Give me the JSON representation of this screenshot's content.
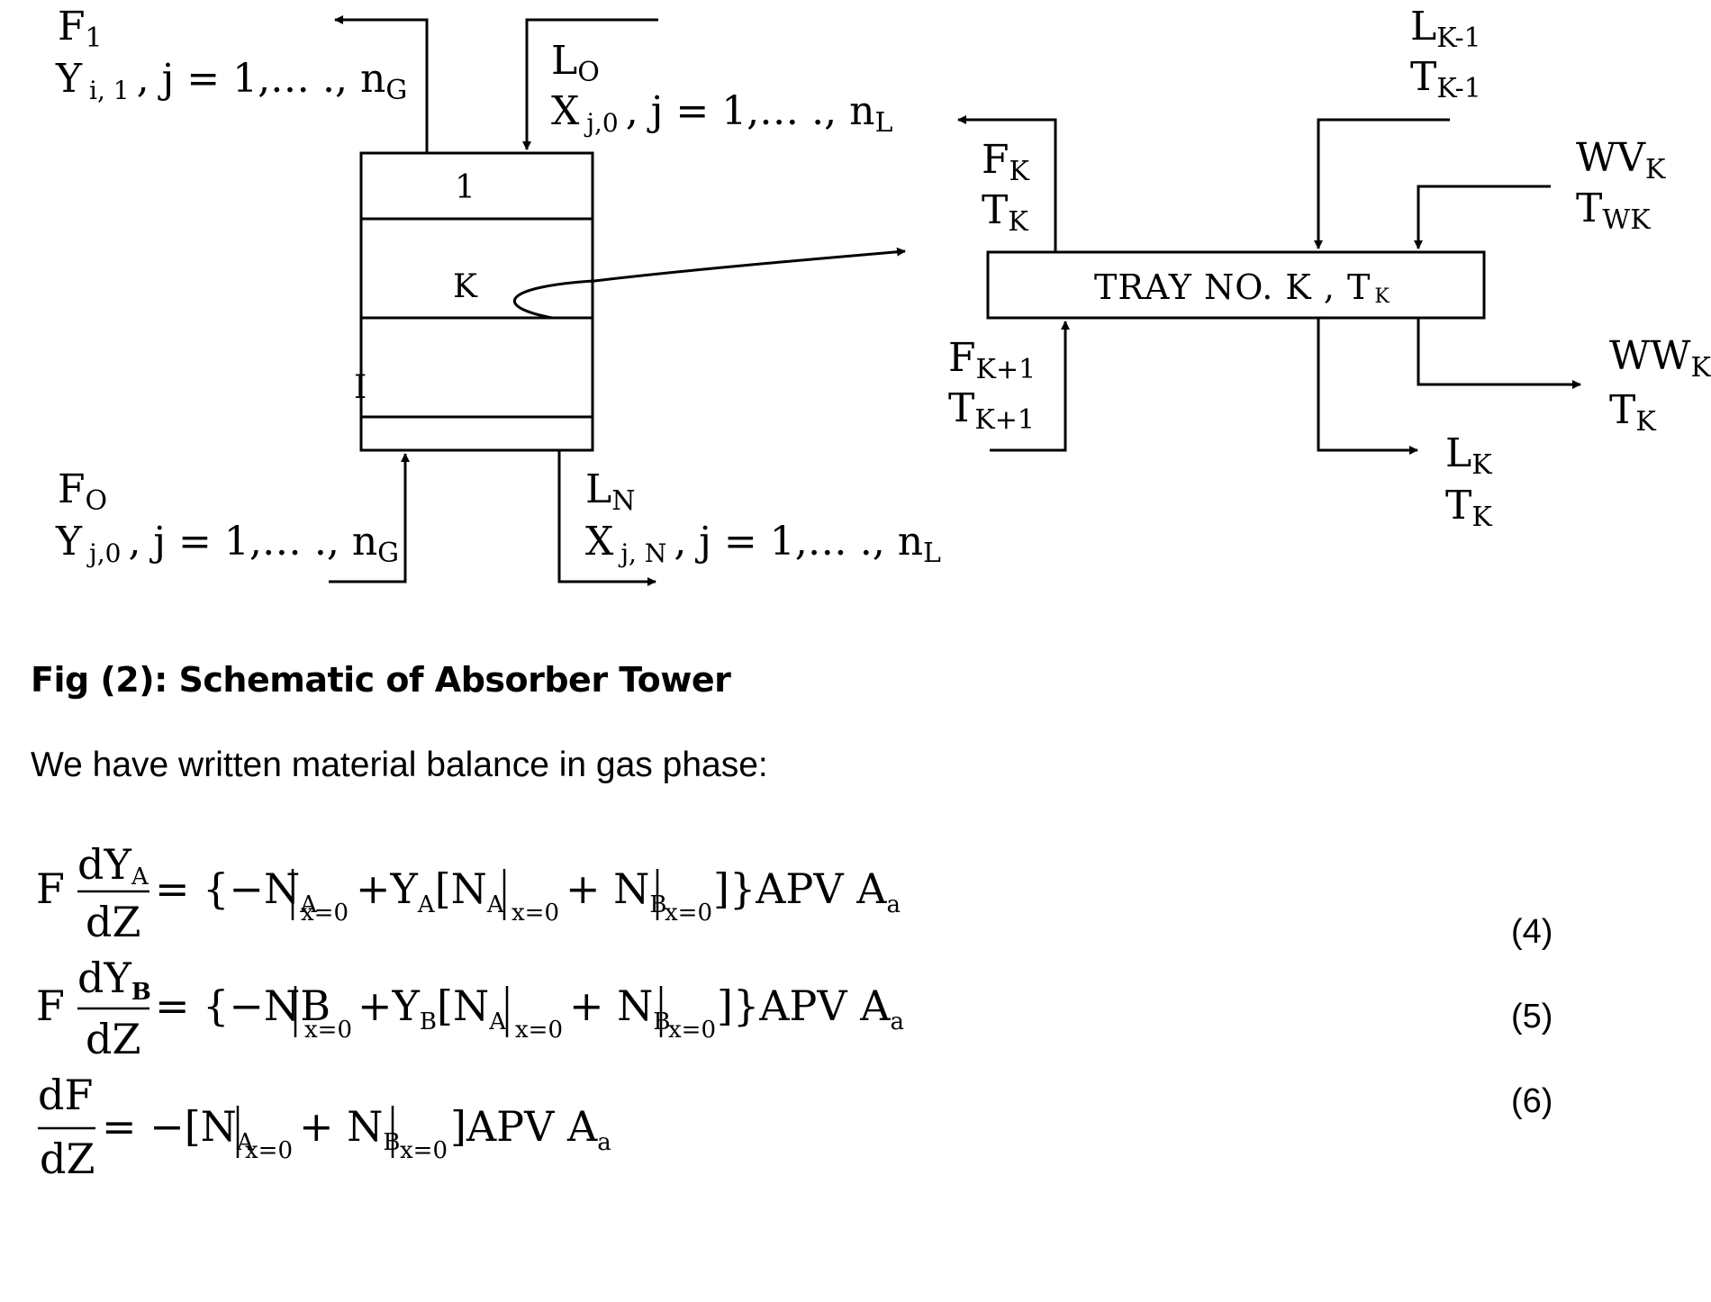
{
  "figure": {
    "tower": {
      "top_gas_symbol": "F",
      "top_gas_sub": "1",
      "top_gas_comp": "Y",
      "top_gas_comp_sub": "i, 1",
      "top_gas_range": ",  j = 1,… ., n",
      "top_gas_range_sub": "G",
      "top_liq_symbol": "L",
      "top_liq_sub": "O",
      "top_liq_comp": "X",
      "top_liq_comp_sub": "j,0",
      "top_liq_range": ", j = 1,… ., n",
      "top_liq_range_sub": "L",
      "tray_1_label": "1",
      "tray_k_label": "K",
      "tray_stray_label": "I",
      "bottom_gas_symbol": "F",
      "bottom_gas_sub": "O",
      "bottom_gas_comp": "Y",
      "bottom_gas_comp_sub": "j,0",
      "bottom_gas_range": ", j = 1,… ., n",
      "bottom_gas_range_sub": "G",
      "bottom_liq_symbol": "L",
      "bottom_liq_sub": "N",
      "bottom_liq_comp": "X",
      "bottom_liq_comp_sub": "j, N",
      "bottom_liq_range": ",  j = 1,… ., n",
      "bottom_liq_range_sub": "L"
    },
    "tray": {
      "box_label": "TRAY  NO. K , T",
      "box_label_sub": "K",
      "fk_symbol": "F",
      "fk_sub": "K",
      "tk_symbol": "T",
      "tk_sub": "K",
      "lk1_symbol": "L",
      "lk1_sub": "K-1",
      "tk1_symbol": "T",
      "tk1_sub": "K-1",
      "wv_symbol": "WV",
      "wv_sub": "K",
      "twk_symbol": "T",
      "twk_sub": "WK",
      "fkp1_symbol": "F",
      "fkp1_sub": "K+1",
      "tkp1_symbol": "T",
      "tkp1_sub": "K+1",
      "ww_symbol": "WW",
      "ww_sub": "K",
      "ww_t_symbol": "T",
      "ww_t_sub": "K",
      "lk_symbol": "L",
      "lk_sub": "K",
      "lk_t_symbol": "T",
      "lk_t_sub": "K"
    }
  },
  "caption": "Fig (2): Schematic of Absorber Tower",
  "intro_text": "We have written material balance in gas phase:",
  "equations": {
    "eq4": {
      "number": "(4)",
      "lhs_F": "F",
      "num": "dY",
      "num_sub": "A",
      "den": "dZ",
      "rhs_1": "= {−N",
      "rhs_1_sub": "A",
      "bar_sub_1": "x=0",
      "rhs_2": "+Y",
      "rhs_2_sub": "A",
      "rhs_3": "[N",
      "rhs_3_sub": "A",
      "bar_sub_2": "x=0",
      "rhs_4": "+ N",
      "rhs_4_sub": "B",
      "bar_sub_3": "x=0",
      "rhs_5": "]}APV A",
      "rhs_5_sub": "a"
    },
    "eq5": {
      "number": "(5)",
      "lhs_F": "F",
      "num": "dY",
      "num_sub": "B",
      "den": "dZ",
      "rhs_1": "= {−NB",
      "bar_sub_1": "x=0",
      "rhs_2": "+Y",
      "rhs_2_sub": "B",
      "rhs_3": "[N",
      "rhs_3_sub": "A",
      "bar_sub_2": "x=0",
      "rhs_4": "+ N",
      "rhs_4_sub": "B",
      "bar_sub_3": "x=0",
      "rhs_5": "]}APV A",
      "rhs_5_sub": "a"
    },
    "eq6": {
      "number": "(6)",
      "num": "dF",
      "den": "dZ",
      "rhs_1": "= −[N",
      "rhs_1_sub": "A",
      "bar_sub_1": "x=0",
      "rhs_2": "+ N",
      "rhs_2_sub": "B",
      "bar_sub_2": "x=0",
      "rhs_3": "]APV A",
      "rhs_3_sub": "a"
    }
  }
}
